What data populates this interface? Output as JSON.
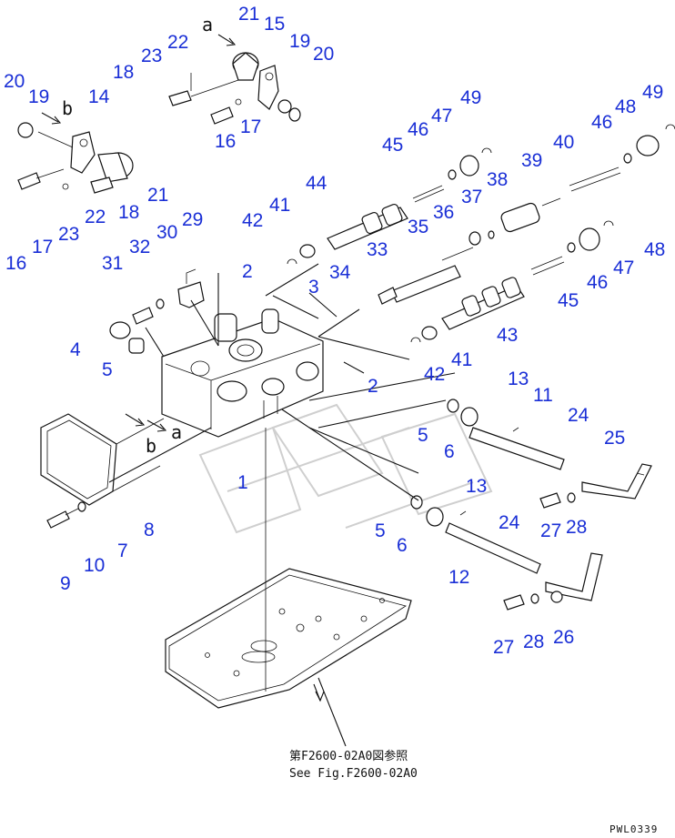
{
  "diagram": {
    "callouts": [
      {
        "id": "c1",
        "text": "21"
      },
      {
        "id": "c2",
        "text": "15"
      },
      {
        "id": "c3",
        "text": "22"
      },
      {
        "id": "c4",
        "text": "23"
      },
      {
        "id": "c5",
        "text": "19"
      },
      {
        "id": "c6",
        "text": "20"
      },
      {
        "id": "c7",
        "text": "18"
      },
      {
        "id": "c8",
        "text": "16"
      },
      {
        "id": "c9",
        "text": "17"
      },
      {
        "id": "c10",
        "text": "20"
      },
      {
        "id": "c11",
        "text": "19"
      },
      {
        "id": "c12",
        "text": "14"
      },
      {
        "id": "c13",
        "text": "16"
      },
      {
        "id": "c14",
        "text": "17"
      },
      {
        "id": "c15",
        "text": "23"
      },
      {
        "id": "c16",
        "text": "22"
      },
      {
        "id": "c17",
        "text": "18"
      },
      {
        "id": "c18",
        "text": "21"
      },
      {
        "id": "c19",
        "text": "49"
      },
      {
        "id": "c20",
        "text": "47"
      },
      {
        "id": "c21",
        "text": "46"
      },
      {
        "id": "c22",
        "text": "45"
      },
      {
        "id": "c23",
        "text": "49"
      },
      {
        "id": "c24",
        "text": "48"
      },
      {
        "id": "c25",
        "text": "46"
      },
      {
        "id": "c26",
        "text": "40"
      },
      {
        "id": "c27",
        "text": "39"
      },
      {
        "id": "c28",
        "text": "38"
      },
      {
        "id": "c29",
        "text": "44"
      },
      {
        "id": "c30",
        "text": "37"
      },
      {
        "id": "c31",
        "text": "36"
      },
      {
        "id": "c32",
        "text": "35"
      },
      {
        "id": "c33",
        "text": "42"
      },
      {
        "id": "c34",
        "text": "41"
      },
      {
        "id": "c35",
        "text": "33"
      },
      {
        "id": "c36",
        "text": "48"
      },
      {
        "id": "c37",
        "text": "47"
      },
      {
        "id": "c38",
        "text": "46"
      },
      {
        "id": "c39",
        "text": "45"
      },
      {
        "id": "c40",
        "text": "29"
      },
      {
        "id": "c41",
        "text": "30"
      },
      {
        "id": "c42",
        "text": "32"
      },
      {
        "id": "c43",
        "text": "31"
      },
      {
        "id": "c44",
        "text": "2"
      },
      {
        "id": "c45",
        "text": "34"
      },
      {
        "id": "c46",
        "text": "3"
      },
      {
        "id": "c47",
        "text": "43"
      },
      {
        "id": "c48",
        "text": "4"
      },
      {
        "id": "c49",
        "text": "5"
      },
      {
        "id": "c50",
        "text": "42"
      },
      {
        "id": "c51",
        "text": "41"
      },
      {
        "id": "c52",
        "text": "2"
      },
      {
        "id": "c53",
        "text": "13"
      },
      {
        "id": "c54",
        "text": "11"
      },
      {
        "id": "c55",
        "text": "24"
      },
      {
        "id": "c56",
        "text": "25"
      },
      {
        "id": "c57",
        "text": "5"
      },
      {
        "id": "c58",
        "text": "6"
      },
      {
        "id": "c59",
        "text": "1"
      },
      {
        "id": "c60",
        "text": "8"
      },
      {
        "id": "c61",
        "text": "13"
      },
      {
        "id": "c62",
        "text": "7"
      },
      {
        "id": "c63",
        "text": "9"
      },
      {
        "id": "c64",
        "text": "10"
      },
      {
        "id": "c65",
        "text": "5"
      },
      {
        "id": "c66",
        "text": "6"
      },
      {
        "id": "c67",
        "text": "24"
      },
      {
        "id": "c68",
        "text": "27"
      },
      {
        "id": "c69",
        "text": "28"
      },
      {
        "id": "c70",
        "text": "12"
      },
      {
        "id": "c71",
        "text": "27"
      },
      {
        "id": "c72",
        "text": "28"
      },
      {
        "id": "c73",
        "text": "26"
      }
    ],
    "view_marks": [
      {
        "id": "v1",
        "text": "a"
      },
      {
        "id": "v2",
        "text": "b"
      },
      {
        "id": "v3",
        "text": "b"
      },
      {
        "id": "v4",
        "text": "a"
      }
    ],
    "caption_line1": "第F2600-02A0図参照",
    "caption_line2": "See Fig.F2600-02A0",
    "drawing_code": "PWL0339"
  }
}
